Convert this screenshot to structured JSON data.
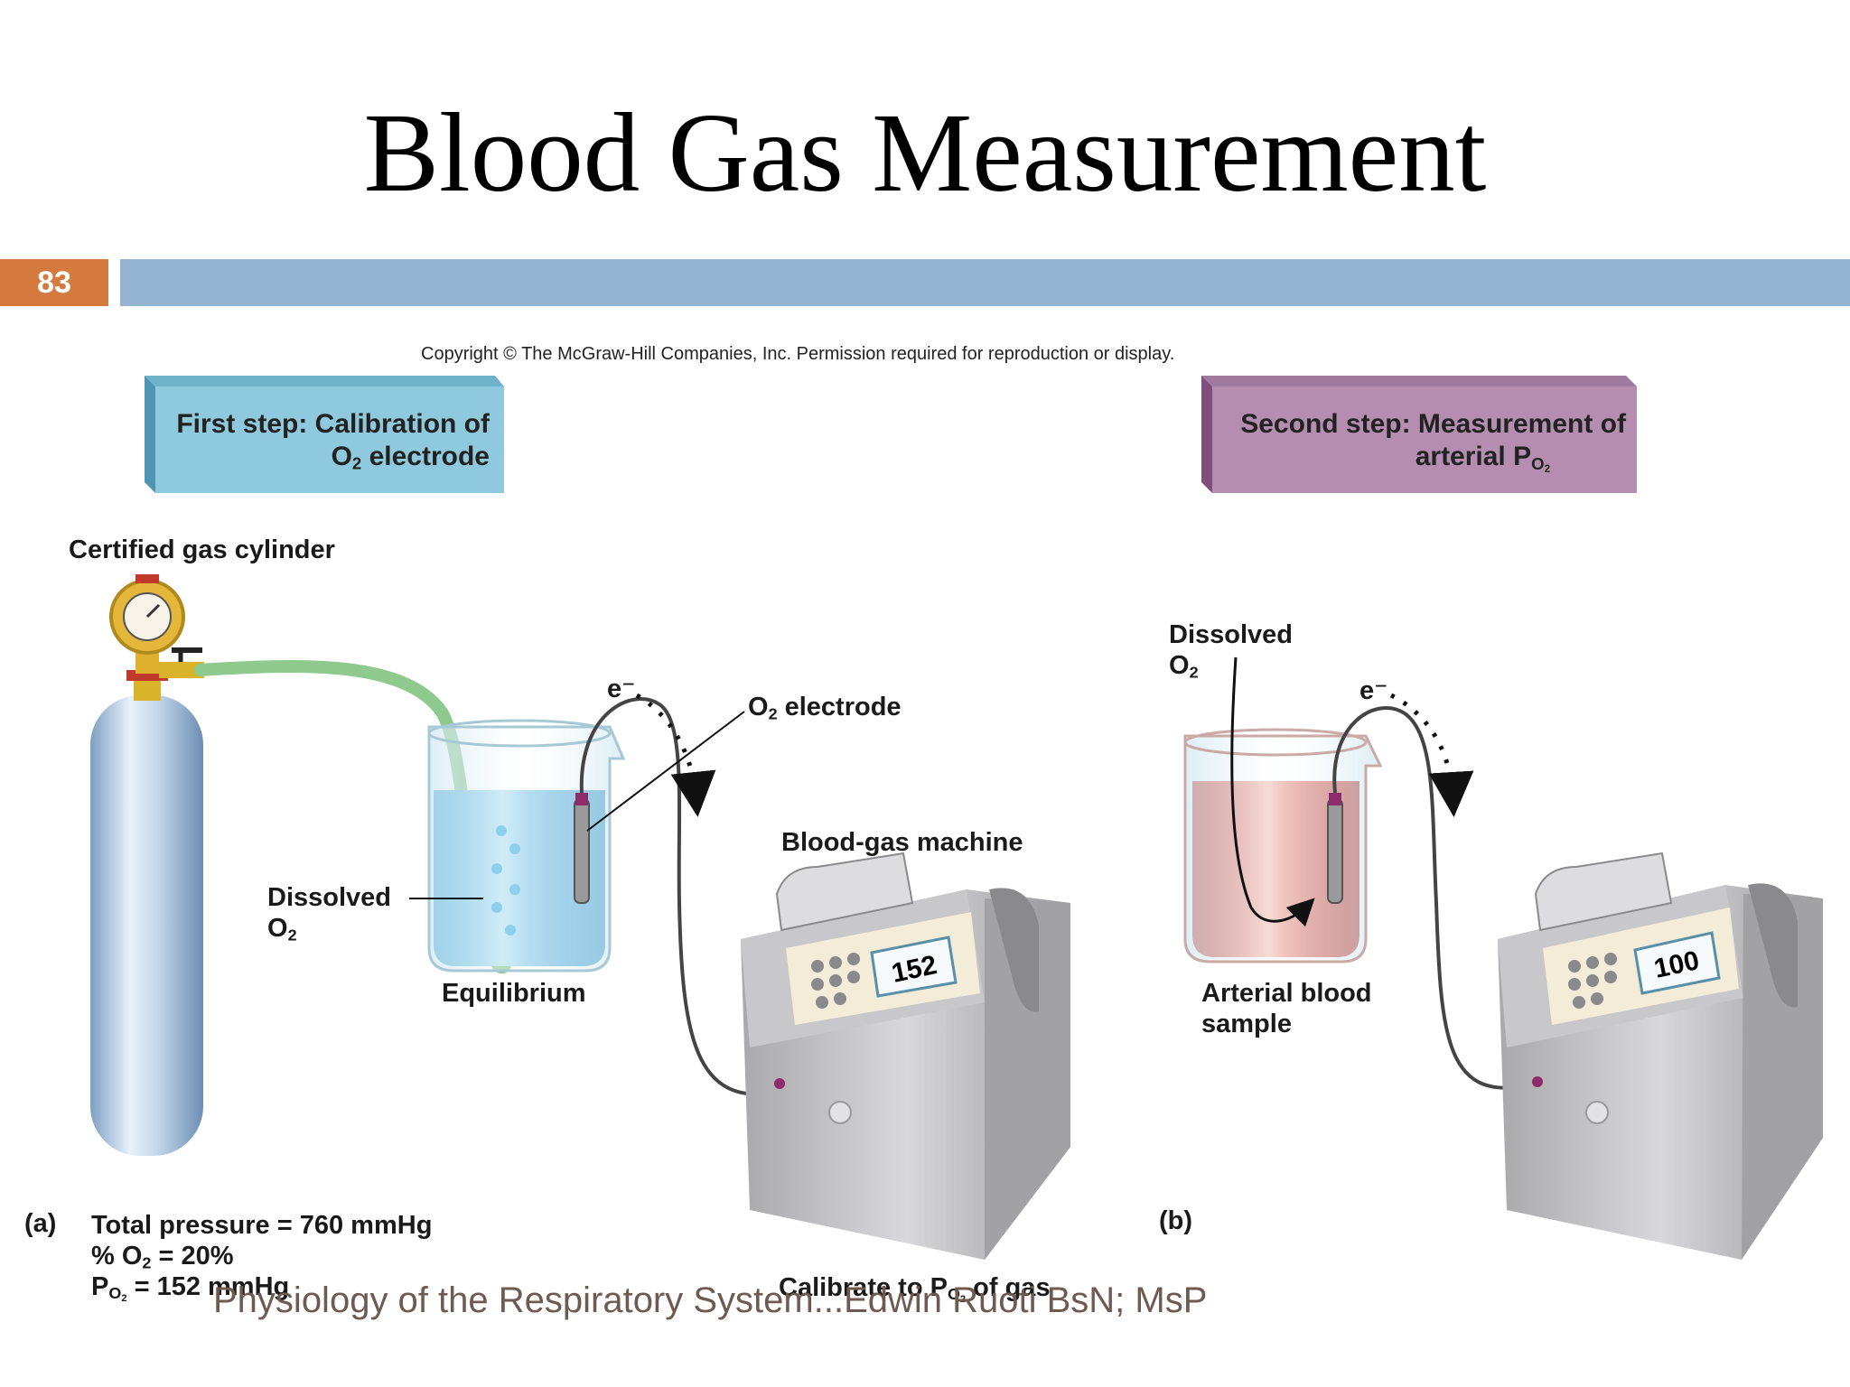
{
  "slide": {
    "title": "Blood Gas Measurement",
    "number": "83",
    "copyright": "Copyright © The McGraw-Hill Companies, Inc. Permission required for reproduction or display.",
    "footer": "Physiology of the Respiratory System...Edwin Ruoti BsN; MsP"
  },
  "colors": {
    "accent_orange": "#d57a3f",
    "accent_blue": "#93b3d1",
    "step1_box": "#8ec9de",
    "step2_box": "#b58db1"
  },
  "panel_a": {
    "step_line1": "First step: Calibration of",
    "step_line2_sym": "O",
    "step_line2_sub": "2",
    "step_line2_rest": " electrode",
    "cylinder_label": "Certified gas cylinder",
    "electron": "e⁻",
    "electrode_sym": "O",
    "electrode_sub": "2",
    "electrode_rest": " electrode",
    "dissolved_line1": "Dissolved",
    "dissolved_sym": "O",
    "dissolved_sub": "2",
    "equilibrium": "Equilibrium",
    "machine_label": "Blood-gas machine",
    "display_value": "152",
    "panel_letter": "(a)",
    "total_pressure": "Total pressure = 760 mmHg",
    "pct_pre": "% O",
    "pct_sub": "2",
    "pct_post": " = 20%",
    "po2_pre": "P",
    "po2_sub": "O",
    "po2_subsub": "2",
    "po2_post": " = 152 mmHg",
    "calib_pre": "Calibrate to P",
    "calib_sub": "O",
    "calib_subsub": "2",
    "calib_post": " of gas"
  },
  "panel_b": {
    "step_line1": "Second step: Measurement of",
    "step_line2_pre": "arterial P",
    "step_line2_sub": "O",
    "step_line2_subsub": "2",
    "dissolved_line1": "Dissolved",
    "dissolved_sym": "O",
    "dissolved_sub": "2",
    "electron": "e⁻",
    "sample_line1": "Arterial blood",
    "sample_line2": "sample",
    "display_value": "100",
    "panel_letter": "(b)"
  }
}
